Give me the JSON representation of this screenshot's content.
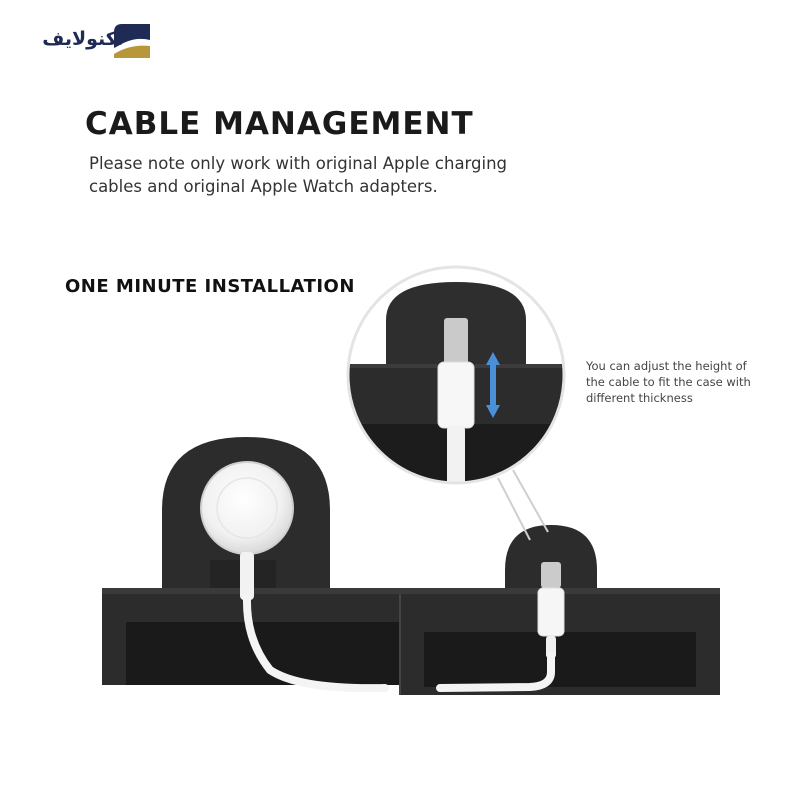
{
  "brand": {
    "logo_text": "تکنولایف",
    "colors": {
      "navy": "#1f2a55",
      "gold": "#b8963a"
    }
  },
  "content": {
    "headline": "CABLE MANAGEMENT",
    "note": "Please note only work with original Apple charging cables and original Apple Watch adapters.",
    "installation_label": "ONE MINUTE INSTALLATION",
    "adjust_caption": "You can adjust the height of the cable to fit the case with different thickness"
  },
  "colors": {
    "holder": "#2c2c2c",
    "cable": "#f4f4f4",
    "arrow": "#4a90d9"
  },
  "icons": {
    "height_adjust": "up-down-arrow-icon"
  }
}
